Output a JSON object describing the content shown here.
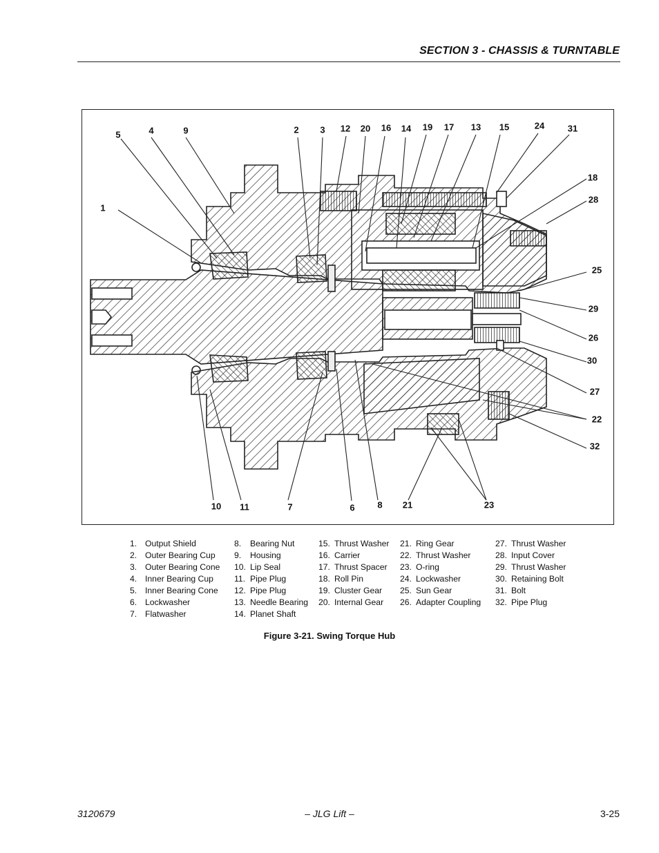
{
  "header": {
    "section_title": "SECTION 3 - CHASSIS & TURNTABLE"
  },
  "figure": {
    "callouts": [
      "5",
      "4",
      "9",
      "2",
      "3",
      "12",
      "20",
      "16",
      "14",
      "19",
      "17",
      "13",
      "15",
      "24",
      "31",
      "18",
      "28",
      "1",
      "25",
      "29",
      "26",
      "30",
      "27",
      "22",
      "32",
      "10",
      "11",
      "7",
      "6",
      "8",
      "21",
      "23"
    ],
    "caption": "Figure 3-21.  Swing Torque Hub"
  },
  "parts_list": {
    "columns": [
      [
        {
          "num": "1.",
          "name": "Output Shield"
        },
        {
          "num": "2.",
          "name": "Outer Bearing Cup"
        },
        {
          "num": "3.",
          "name": "Outer Bearing Cone"
        },
        {
          "num": "4.",
          "name": "Inner Bearing Cup"
        },
        {
          "num": "5.",
          "name": "Inner Bearing Cone"
        },
        {
          "num": "6.",
          "name": "Lockwasher"
        },
        {
          "num": "7.",
          "name": "Flatwasher"
        }
      ],
      [
        {
          "num": "8.",
          "name": "Bearing Nut"
        },
        {
          "num": "9.",
          "name": "Housing"
        },
        {
          "num": "10.",
          "name": "Lip Seal"
        },
        {
          "num": "11.",
          "name": "Pipe Plug"
        },
        {
          "num": "12.",
          "name": "Pipe Plug"
        },
        {
          "num": "13.",
          "name": "Needle Bearing"
        },
        {
          "num": "14.",
          "name": "Planet Shaft"
        }
      ],
      [
        {
          "num": "15.",
          "name": "Thrust Washer"
        },
        {
          "num": "16.",
          "name": "Carrier"
        },
        {
          "num": "17.",
          "name": "Thrust Spacer"
        },
        {
          "num": "18.",
          "name": "Roll Pin"
        },
        {
          "num": "19.",
          "name": "Cluster Gear"
        },
        {
          "num": "20.",
          "name": "Internal Gear"
        }
      ],
      [
        {
          "num": "21.",
          "name": "Ring Gear"
        },
        {
          "num": "22.",
          "name": "Thrust Washer"
        },
        {
          "num": "23.",
          "name": "O-ring"
        },
        {
          "num": "24.",
          "name": "Lockwasher"
        },
        {
          "num": "25.",
          "name": "Sun Gear"
        },
        {
          "num": "26.",
          "name": "Adapter Coupling"
        }
      ],
      [
        {
          "num": "27.",
          "name": "Thrust Washer"
        },
        {
          "num": "28.",
          "name": "Input Cover"
        },
        {
          "num": "29.",
          "name": "Thrust Washer"
        },
        {
          "num": "30.",
          "name": "Retaining Bolt"
        },
        {
          "num": "31.",
          "name": "Bolt"
        },
        {
          "num": "32.",
          "name": "Pipe Plug"
        }
      ]
    ]
  },
  "footer": {
    "doc_number": "3120679",
    "center": "– JLG Lift –",
    "page": "3-25"
  }
}
